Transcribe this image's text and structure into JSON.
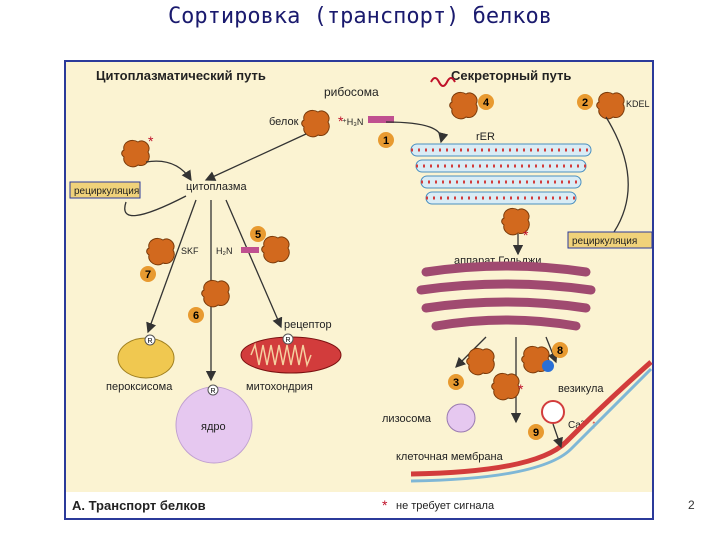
{
  "title": "Сортировка (транспорт) белков",
  "page_number": "2",
  "colors": {
    "frame": "#2b3a9a",
    "background": "#fbf3d2",
    "protein": "#d2691e",
    "membrane_red": "#d23c3c",
    "membrane_blue": "#7fb7d6",
    "recycle_box": "#f0d27a",
    "nucleus": "#e6c8f0",
    "peroxisome": "#f0c850",
    "badge": "#e89a30"
  },
  "labels": {
    "cytoplasmic_path": "Цитоплазматический путь",
    "secretory_path": "Секреторный путь",
    "ribosome": "рибосома",
    "protein": "белок",
    "h3n": "⁺H₃N",
    "rer": "rER",
    "kdel": "KDEL",
    "recycling_left": "рециркуляция",
    "cytoplasm": "цитоплазма",
    "skf": "SKF",
    "h2n": "H₂N",
    "receptor": "рецептор",
    "golgi": "аппарат Гольджи",
    "recycling_right": "рециркуляция",
    "peroxisome": "пероксисома",
    "mitochondrion": "митохондрия",
    "nucleus": "ядро",
    "vesicle": "везикула",
    "lysosome": "лизосома",
    "ca": "Ca²⁺",
    "cell_membrane": "клеточная мембрана",
    "caption": "А. Транспорт белков",
    "legend": "не требует сигнала",
    "r": "R"
  },
  "badges": [
    "1",
    "2",
    "3",
    "4",
    "5",
    "6",
    "7",
    "8",
    "9"
  ]
}
